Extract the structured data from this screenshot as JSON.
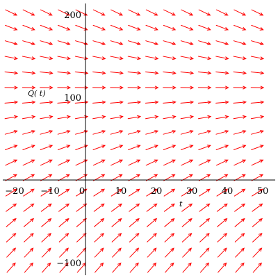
{
  "chart_data": {
    "type": "direction_field",
    "equation_equilibrium": 110,
    "xlim": [
      -22,
      52
    ],
    "ylim": [
      -113,
      212
    ],
    "x_ticks": [
      {
        "value": -20,
        "label": "−20"
      },
      {
        "value": -10,
        "label": "−10"
      },
      {
        "value": 0,
        "label": "0"
      },
      {
        "value": 10,
        "label": "10"
      },
      {
        "value": 20,
        "label": "20"
      },
      {
        "value": 30,
        "label": "30"
      },
      {
        "value": 40,
        "label": "40"
      },
      {
        "value": 50,
        "label": "50"
      }
    ],
    "y_ticks": [
      {
        "value": 200,
        "label": "200"
      },
      {
        "value": 100,
        "label": "100"
      },
      {
        "value": -100,
        "label": "−100"
      }
    ],
    "xlabel": "t",
    "ylabel": "Q( t)",
    "arrow_color": "#ff0000",
    "grid": false
  }
}
